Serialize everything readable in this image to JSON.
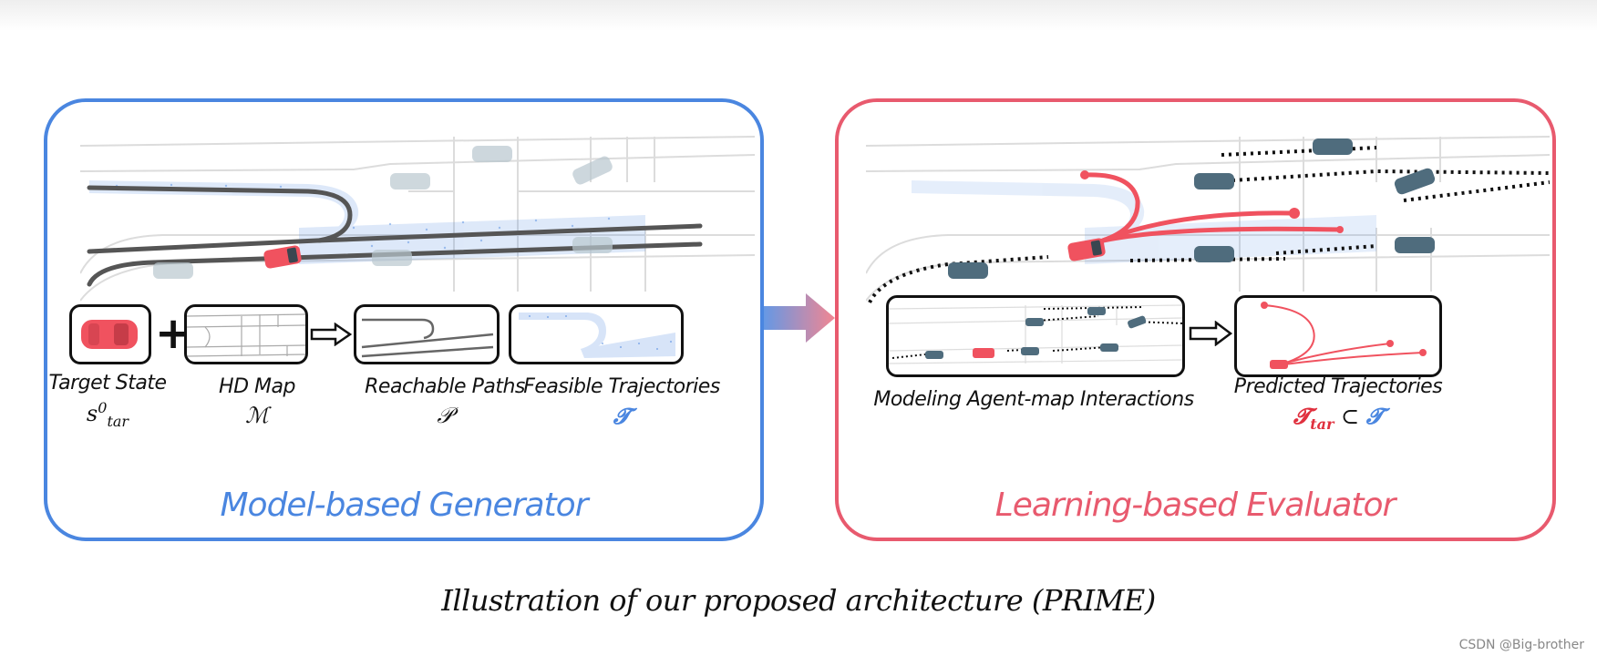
{
  "generator": {
    "title": "Model-based Generator",
    "steps": [
      {
        "label": "Target State",
        "symbol_base": "s",
        "symbol_sub": "tar",
        "symbol_sup": "0"
      },
      {
        "label": "HD Map",
        "symbol": "ℳ"
      },
      {
        "label": "Reachable Paths",
        "symbol": "𝒫"
      },
      {
        "label": "Feasible Trajectories",
        "symbol": "𝓣"
      }
    ]
  },
  "evaluator": {
    "title": "Learning-based Evaluator",
    "steps": [
      {
        "label": "Modeling Agent-map  Interactions"
      },
      {
        "label": "Predicted Trajectories",
        "symbol_base": "𝓣",
        "symbol_sub": "tar",
        "symbol_rest": " ⊂ ",
        "symbol_superset": "𝓣"
      }
    ]
  },
  "caption": "Illustration of our proposed architecture (PRIME)",
  "watermark": "CSDN @Big-brother",
  "colors": {
    "generator_accent": "#4a86e0",
    "evaluator_accent": "#e85a6e",
    "target_car": "#f0525f"
  }
}
